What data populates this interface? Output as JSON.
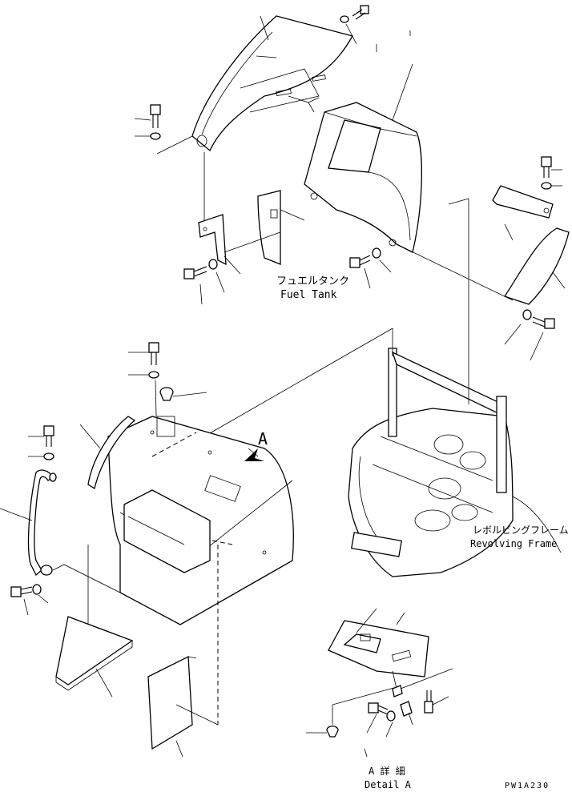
{
  "labels": {
    "fuel_tank_jp": "フュエルタンク",
    "fuel_tank_en": "Fuel Tank",
    "revolving_frame_jp": "レボルビングフレーム",
    "revolving_frame_en": "Revolving Frame",
    "view_marker": "A",
    "detail_jp": "A 詳 細",
    "detail_en": "Detail A",
    "drawing_code": "PW1A230"
  }
}
